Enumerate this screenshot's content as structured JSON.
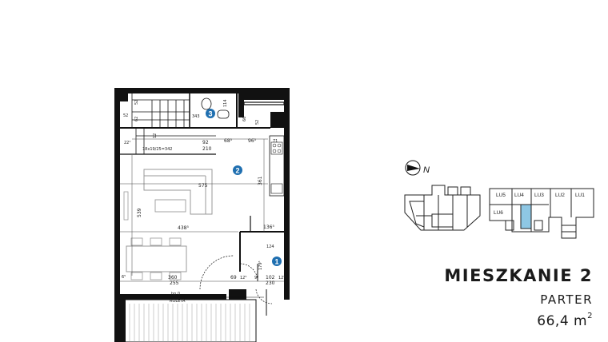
{
  "apartment": {
    "title": "MIESZKANIE 2",
    "floor": "PARTER",
    "area_value": "66,4 m",
    "area_sup": "2"
  },
  "rooms": [
    {
      "number": "1"
    },
    {
      "number": "2"
    },
    {
      "number": "3"
    }
  ],
  "dimensions": {
    "d52a": "52",
    "d62": "62",
    "d52b": "52",
    "d343": "343",
    "d114": "114",
    "d221": "22¹",
    "d12": "12",
    "d92": "92",
    "d210": "210",
    "d685": "68⁵",
    "d965": "96⁵",
    "d71": "71",
    "d66": "66",
    "d52c": "52",
    "stairs": "18x19/25=342",
    "d575": "575",
    "d361": "361",
    "d539": "539",
    "d4385": "438⁵",
    "d1365": "136⁵",
    "d124": "124",
    "d360": "360",
    "d255": "255",
    "d69": "69",
    "d125": "12⁵",
    "d95": "9⁵",
    "d102": "102",
    "d230": "230",
    "d125b": "12⁵",
    "d6": "6⁵",
    "d1795": "179⁵",
    "d102v": "102",
    "hp": "hp 0",
    "kolejka": "ROLETA"
  },
  "compass": {
    "north": "N"
  },
  "key_plan": {
    "units": [
      "LU5",
      "LU4",
      "LU3",
      "LU2",
      "LU1",
      "LU6"
    ]
  },
  "colors": {
    "highlight": "#8ec7e4",
    "marker": "#1f6fb0",
    "wall": "#111111"
  }
}
